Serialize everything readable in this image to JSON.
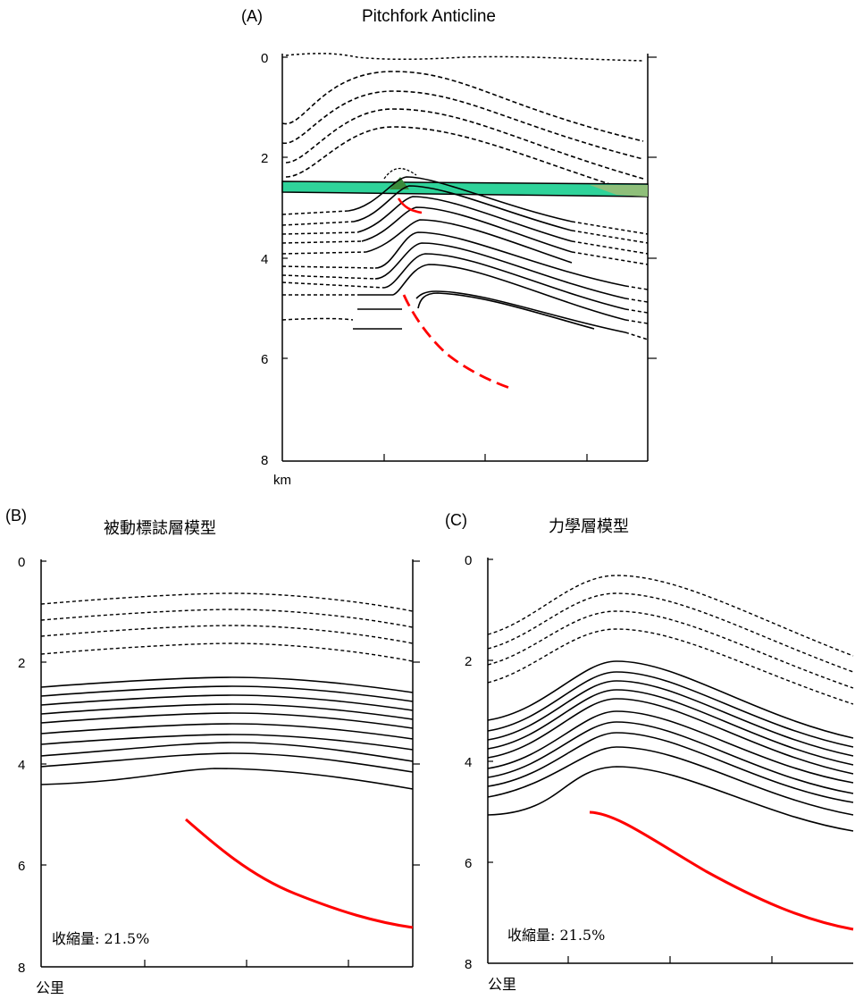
{
  "panel_a": {
    "label": "(A)",
    "title": "Pitchfork  Anticline",
    "yticks": [
      "0",
      "2",
      "4",
      "6",
      "8"
    ],
    "unit": "km"
  },
  "panel_b": {
    "label": "(B)",
    "title": "被動標誌層模型",
    "yticks": [
      "0",
      "2",
      "4",
      "6",
      "8"
    ],
    "unit": "公里",
    "shortening": "收縮量: 21.5%"
  },
  "panel_c": {
    "label": "(C)",
    "title": "力學層模型",
    "yticks": [
      "0",
      "2",
      "4",
      "6",
      "8"
    ],
    "unit": "公里",
    "shortening": "收縮量: 21.5%"
  },
  "colors": {
    "fault": "#ff0000",
    "marker_bed": "#2fd39a",
    "marker_bed_dark": "#6aa56e",
    "horizon": "#000000"
  }
}
